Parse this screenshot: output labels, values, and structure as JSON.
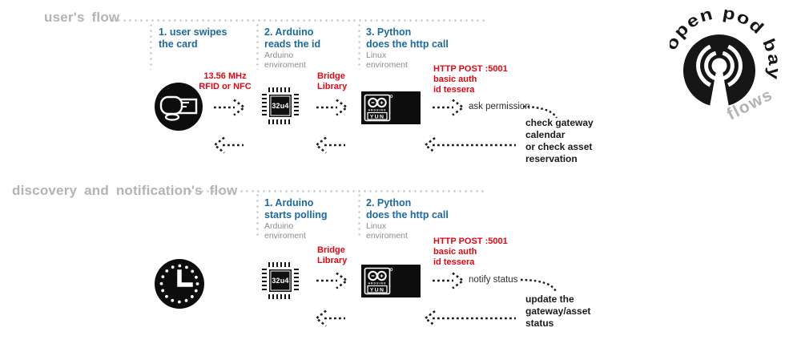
{
  "palette": {
    "blue": "#1d6a9c",
    "red": "#e30613",
    "title_gray": "#b3b3b3",
    "env_gray": "#8c8c8c",
    "dot_gray": "#c5c5c5",
    "black": "#1a1a1a"
  },
  "logo": {
    "arc_text": "open pod bay",
    "sub_text": "flows"
  },
  "icons": {
    "chip_label": "32u4",
    "yun_brand": "ARDUINO",
    "yun_model": "YUN"
  },
  "flows": {
    "user": {
      "title": "user's flow",
      "steps": [
        {
          "title": "1. user swipes\nthe card",
          "env": ""
        },
        {
          "title": "2. Arduino\nreads the id",
          "env": "Arduino\nenviroment"
        },
        {
          "title": "3. Python\ndoes the http call",
          "env": "Linux\nenviroment"
        }
      ],
      "labels": {
        "protocol": "13.56 MHz\nRFID or NFC",
        "bridge": "Bridge\nLibrary",
        "http": "HTTP POST :5001\nbasic auth\nid tessera",
        "action": "ask permission",
        "result1": "check gateway\ncalendar",
        "result2": "or check asset\nreservation"
      }
    },
    "discovery": {
      "title": "discovery and notification's flow",
      "steps": [
        {
          "title": "1. Arduino\nstarts polling",
          "env": "Arduino\nenviroment"
        },
        {
          "title": "2. Python\ndoes the http call",
          "env": "Linux\nenviroment"
        }
      ],
      "labels": {
        "bridge": "Bridge\nLibrary",
        "http": "HTTP POST :5001\nbasic auth\nid tessera",
        "action": "notify status",
        "result1": "update the\ngateway/asset\nstatus"
      }
    }
  }
}
